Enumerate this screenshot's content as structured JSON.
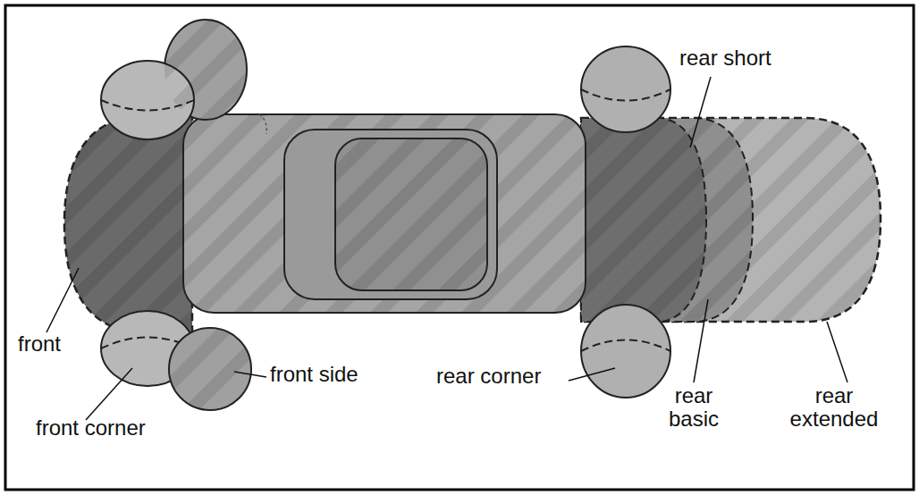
{
  "diagram": {
    "labels": [
      "rear short",
      "front",
      "front side",
      "rear corner",
      "rear basic",
      "rear extended",
      "front corner"
    ]
  }
}
